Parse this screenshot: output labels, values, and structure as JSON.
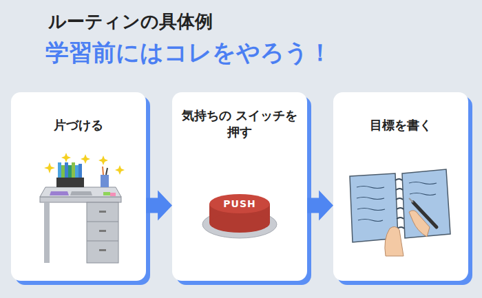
{
  "diagram": {
    "title": "ルーティンの具体例",
    "nodes": [
      {
        "text": [
          "片づける"
        ]
      },
      {
        "text": [
          "気持ちの スイッチを押す"
        ]
      },
      {
        "text": [
          "目標を書く"
        ]
      }
    ],
    "edges": [
      {
        "from": 0,
        "to": 1,
        "arrow": "to"
      },
      {
        "from": 1,
        "to": 2,
        "arrow": "to"
      }
    ],
    "labels": [
      "学習前にはコレをやろう！",
      "PUSH"
    ]
  }
}
